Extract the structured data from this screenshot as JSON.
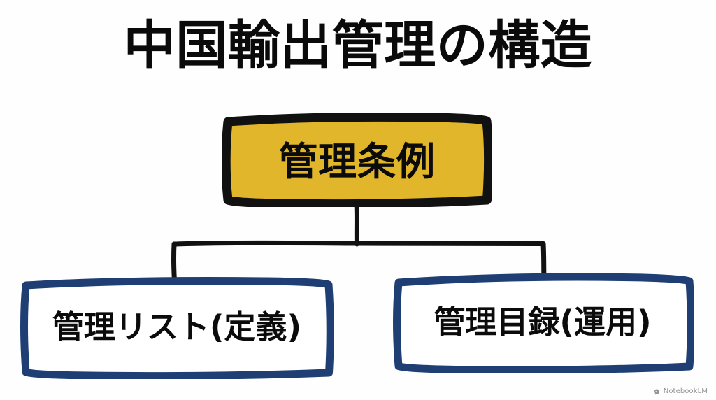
{
  "page": {
    "title": "中国輸出管理の構造",
    "background_color": "#fffefe"
  },
  "diagram": {
    "type": "hierarchy-tree",
    "orientation": "top-down",
    "root": {
      "label": "管理条例",
      "fill_color": "#e2b62b",
      "border_color": "#111111",
      "text_color": "#0b0b0b"
    },
    "children": [
      {
        "label": "管理リスト(定義)",
        "fill_color": "#ffffff",
        "border_color": "#1f3f74",
        "text_color": "#0b0b0b"
      },
      {
        "label": "管理目録(運用)",
        "fill_color": "#ffffff",
        "border_color": "#1f3f74",
        "text_color": "#0b0b0b"
      }
    ],
    "connector_color": "#111111"
  },
  "watermark": {
    "text": "NotebookLM",
    "icon": "notebooklm-logo-icon",
    "color": "#6c6c6c"
  }
}
